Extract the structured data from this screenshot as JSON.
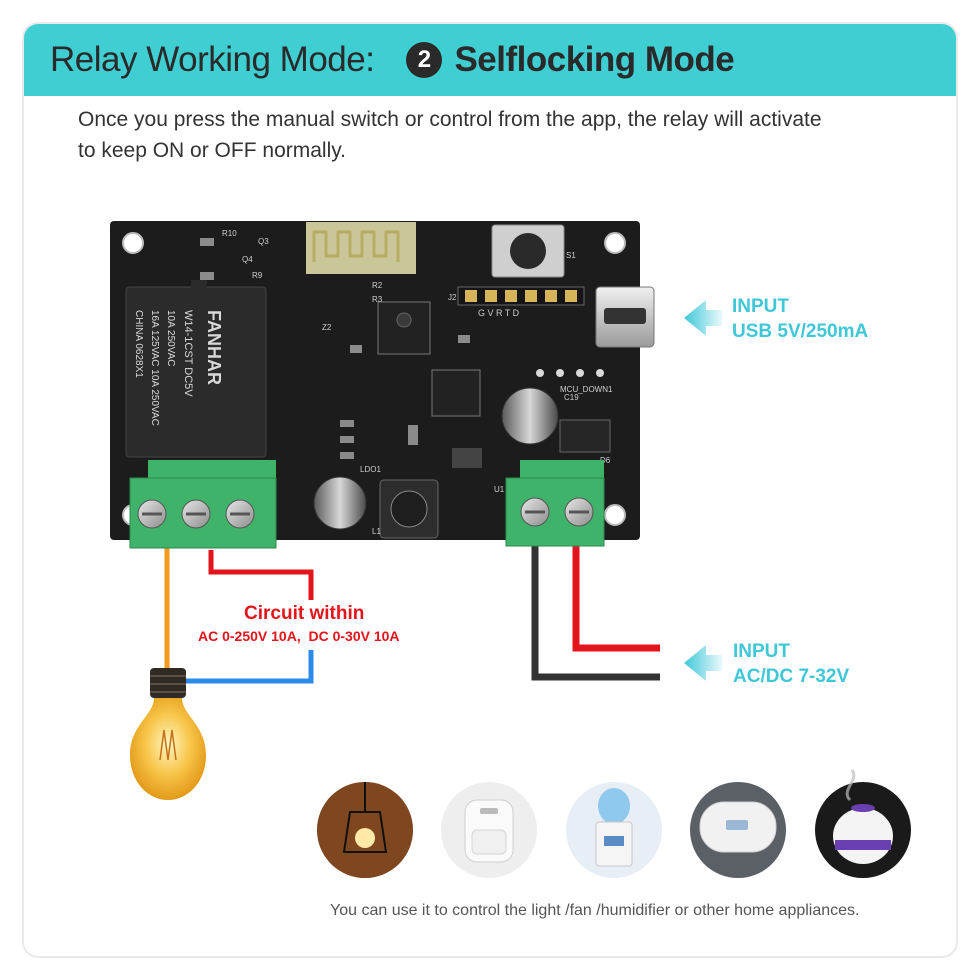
{
  "header": {
    "mode_label": "Relay Working Mode:",
    "mode_number": "2",
    "mode_name": "Selflocking Mode"
  },
  "description": {
    "line1": "Once you press the manual switch or control from the app, the relay will activate",
    "line2": "to keep ON or OFF normally."
  },
  "board": {
    "relay_text": [
      "FANHAR",
      "W14-1CST  DC5V",
      "10A 250VAC",
      "16A 125VAC  10A 250VAC",
      "CHINA 0628X1"
    ],
    "header_pins": "G  V  R  T  D",
    "labels": [
      "S1",
      "R10",
      "Q3",
      "R9",
      "Q4",
      "J2",
      "R2",
      "R3",
      "Z2",
      "C19",
      "D6",
      "LDO1",
      "L1",
      "U1",
      "MCU_DOWN1"
    ]
  },
  "inputs": {
    "usb": {
      "title": "INPUT",
      "spec": "USB 5V/250mA"
    },
    "acdc": {
      "title": "INPUT",
      "spec": "AC/DC 7-32V"
    }
  },
  "circuit": {
    "title": "Circuit within",
    "spec": "AC 0-250V 10A,  DC 0-30V 10A"
  },
  "appliances": {
    "items": [
      "light",
      "air-fryer",
      "water-dispenser",
      "water-heater",
      "humidifier"
    ],
    "caption": "You can use it to control the light /fan /humidifier or other home appliances."
  },
  "colors": {
    "accent": "#3fcfd3",
    "input_text": "#3fc7d8",
    "wire_red": "#e3141b",
    "wire_blue": "#2a8be8",
    "wire_orange": "#f39a1e",
    "wire_black": "#333333",
    "terminal_green": "#3fb36a",
    "pcb": "#1c1c1c"
  }
}
